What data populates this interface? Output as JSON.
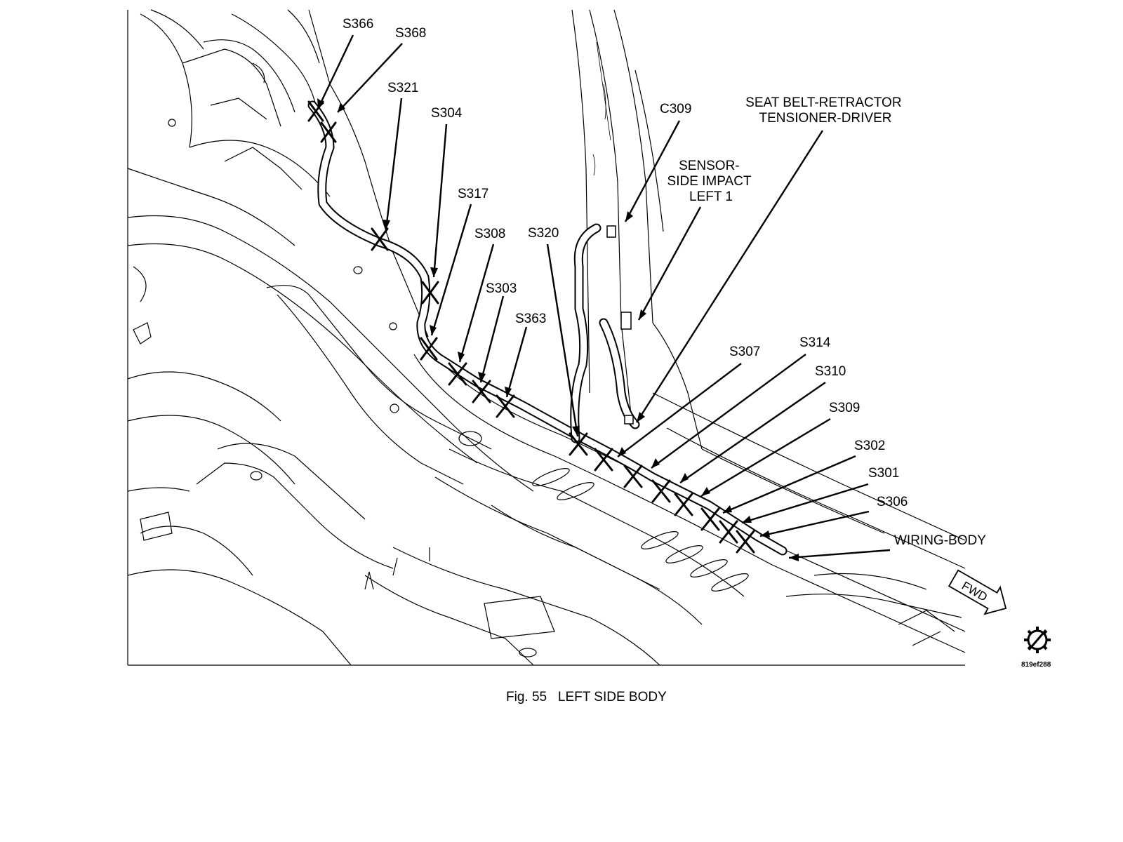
{
  "figure": {
    "caption": "Fig. 55   LEFT SIDE BODY",
    "image_code": "819ef288",
    "orientation_arrow": "FWD",
    "service_icon": "service-symbol-icon"
  },
  "callouts": [
    {
      "id": "s366",
      "text": "S366"
    },
    {
      "id": "s368",
      "text": "S368"
    },
    {
      "id": "s321",
      "text": "S321"
    },
    {
      "id": "s304",
      "text": "S304"
    },
    {
      "id": "s317",
      "text": "S317"
    },
    {
      "id": "s308",
      "text": "S308"
    },
    {
      "id": "s303",
      "text": "S303"
    },
    {
      "id": "s363",
      "text": "S363"
    },
    {
      "id": "s320",
      "text": "S320"
    },
    {
      "id": "c309",
      "text": "C309"
    },
    {
      "id": "sensor",
      "lines": [
        "SENSOR-",
        "SIDE IMPACT",
        "LEFT 1"
      ]
    },
    {
      "id": "seatbelt",
      "lines": [
        "SEAT BELT-RETRACTOR",
        "TENSIONER-DRIVER"
      ]
    },
    {
      "id": "s307",
      "text": "S307"
    },
    {
      "id": "s314",
      "text": "S314"
    },
    {
      "id": "s310",
      "text": "S310"
    },
    {
      "id": "s309",
      "text": "S309"
    },
    {
      "id": "s302",
      "text": "S302"
    },
    {
      "id": "s301",
      "text": "S301"
    },
    {
      "id": "s306",
      "text": "S306"
    },
    {
      "id": "wiring",
      "text": "WIRING-BODY"
    }
  ]
}
